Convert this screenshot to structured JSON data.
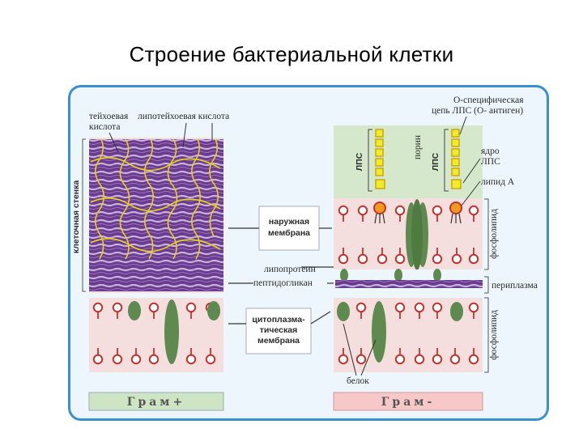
{
  "title": "Строение бактериальной клетки",
  "labels": {
    "teichoic_1": "тейхоевая",
    "teichoic_2": "кислота",
    "lipoteichoic": "липотейхоевая кислота",
    "cell_wall": "клеточная стенка",
    "o_chain_1": "О-специфическая",
    "o_chain_2": "цепь ЛПС (О- антиген)",
    "porin": "порин",
    "lps": "ЛПС",
    "core_1": "ядро",
    "core_2": "ЛПС",
    "lipid_a": "липид А",
    "phospholipid": "фосфолипид",
    "outer_membrane_1": "наружная",
    "outer_membrane_2": "мембрана",
    "lipoprotein": "липопротеин",
    "peptidoglycan": "пептидогликан",
    "periplasm": "периплазма",
    "cytoplasmic_1": "цитоплазма-",
    "cytoplasmic_2": "тическая",
    "cytoplasmic_3": "мембрана",
    "protein": "белок",
    "gram_pos": "Грам+",
    "gram_neg": "Грам-"
  },
  "colors": {
    "panel_border": "#3a8fd0",
    "wall_purple": "#6a3b8e",
    "wall_stripe": "#c9b3dd",
    "fiber_yellow": "#e8d21a",
    "lipid_red": "#c0332b",
    "protein_green": "#5f8a4f",
    "gram_pos_bg": "#cde5c2",
    "gram_neg_bg": "#f7c8c8"
  }
}
